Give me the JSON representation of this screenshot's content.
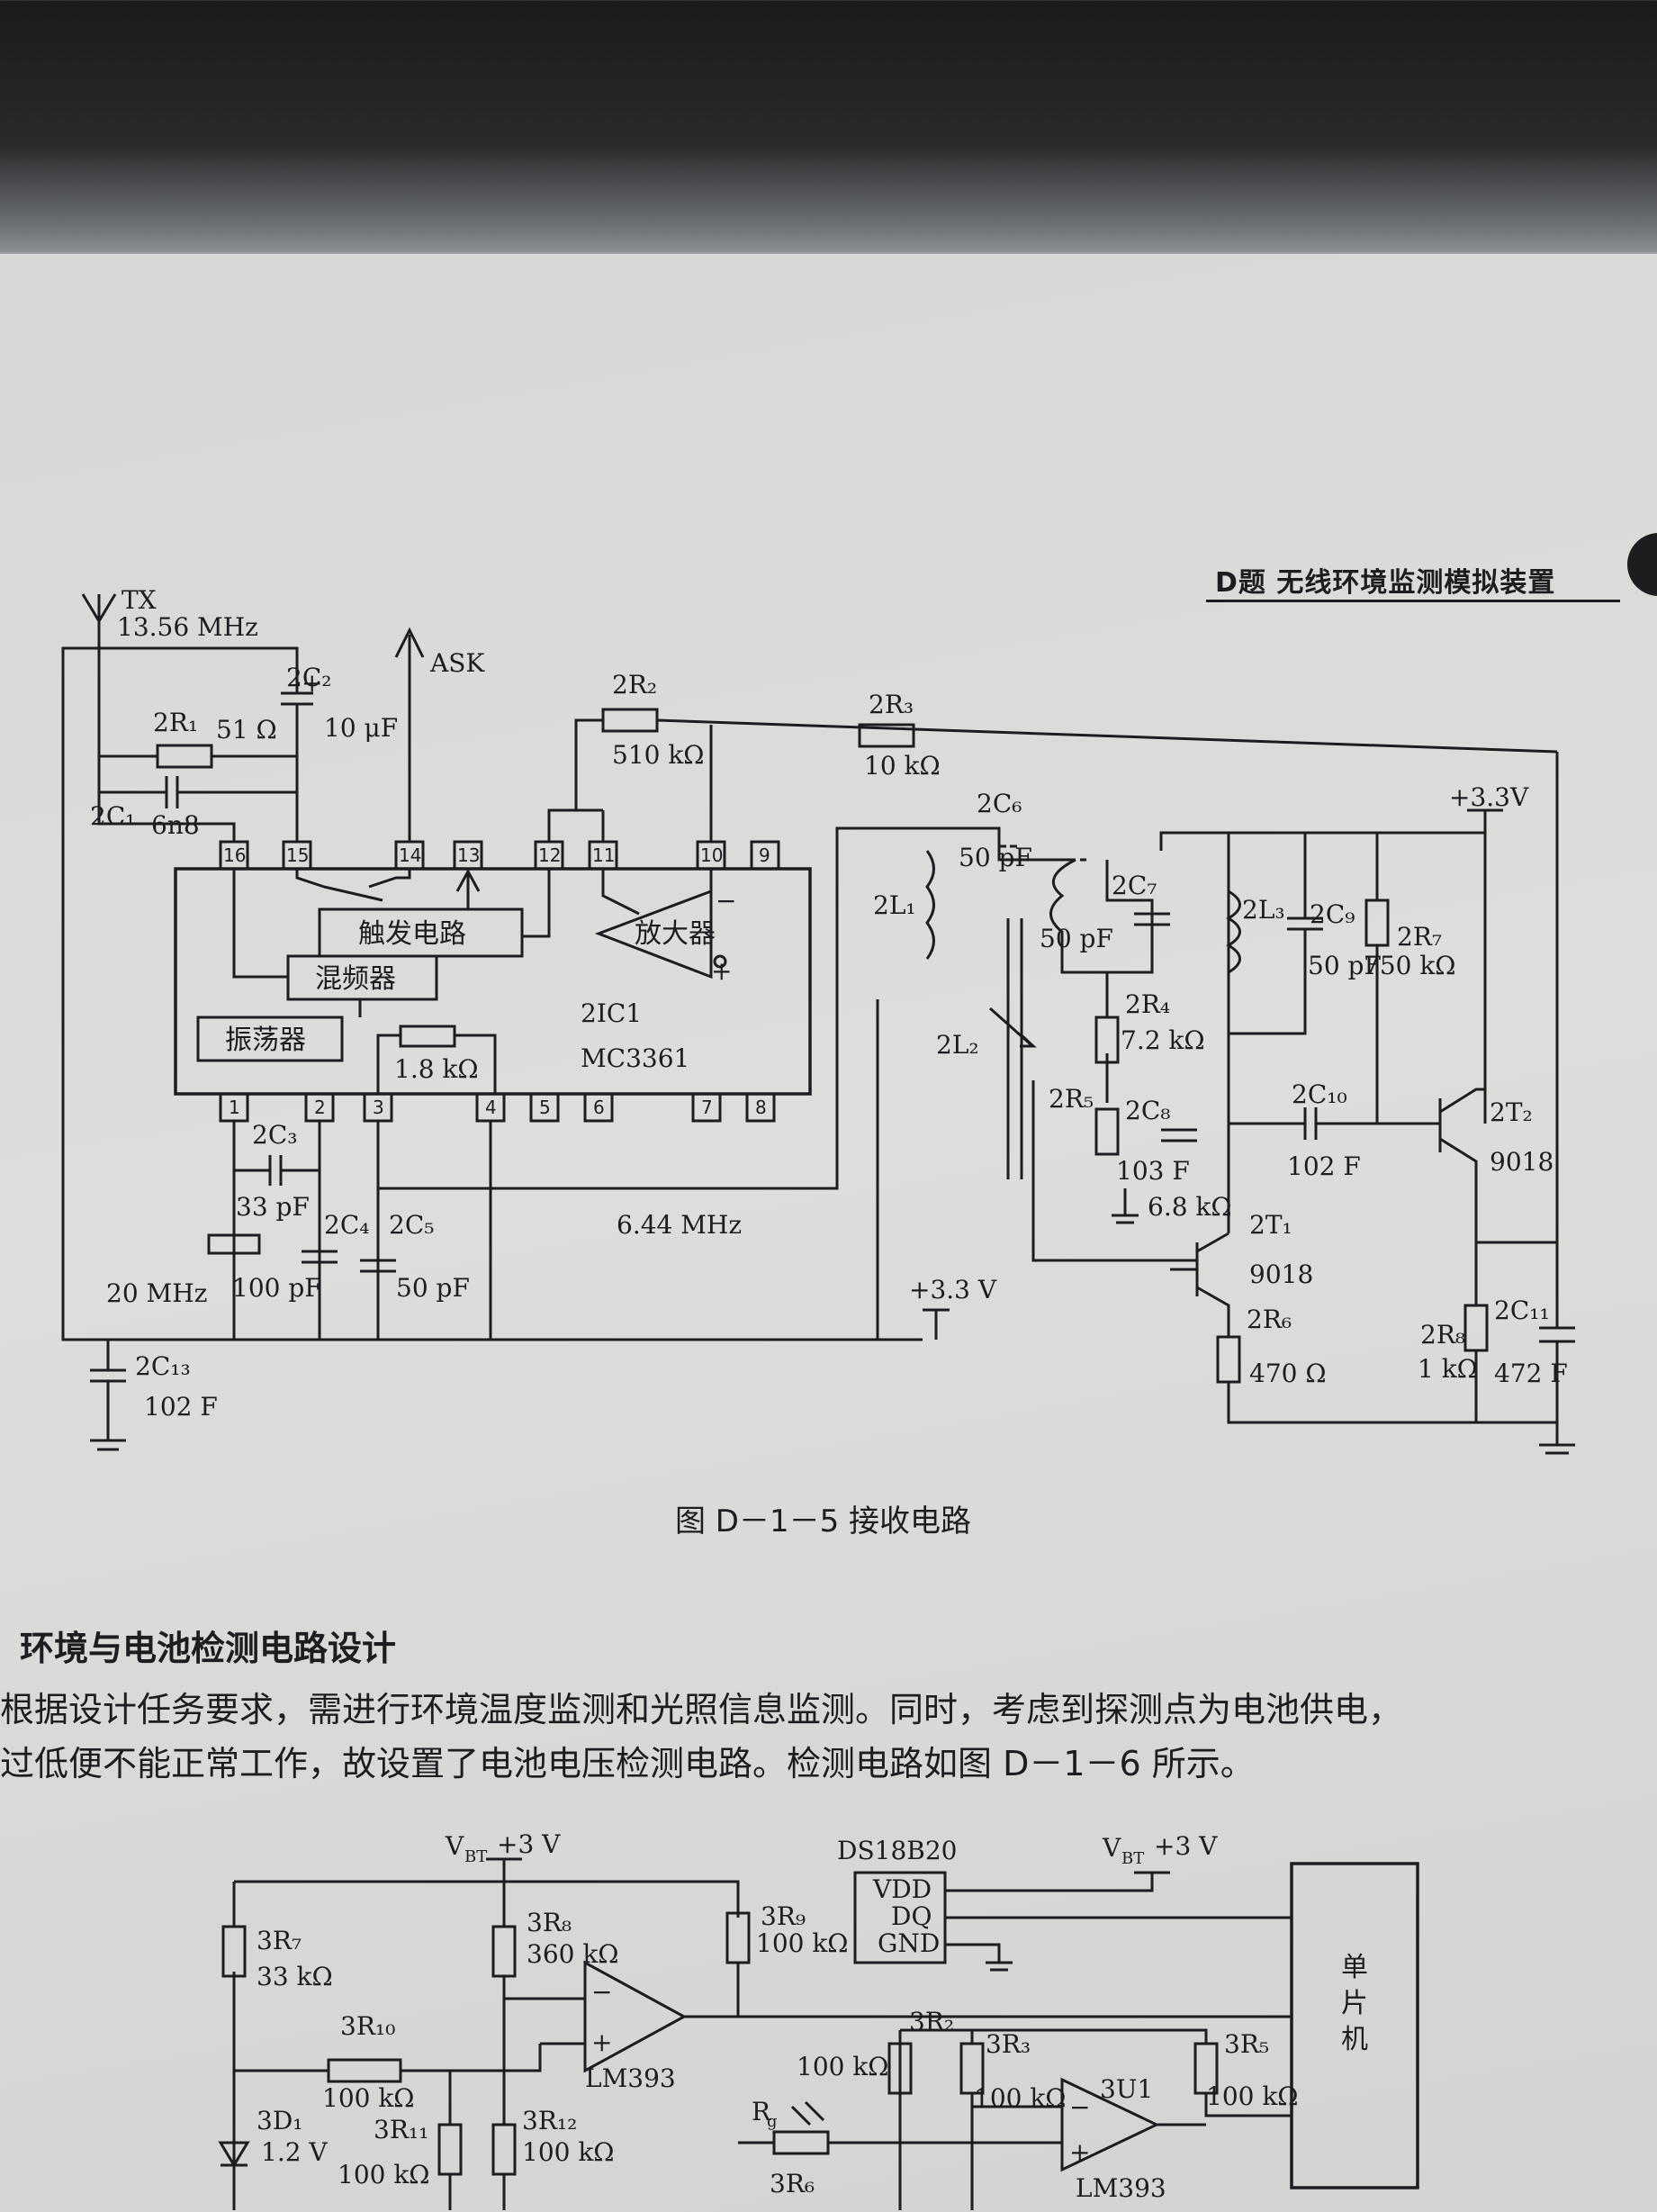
{
  "header": {
    "title": "D题   无线环境监测模拟装置"
  },
  "circuit1": {
    "tx_label": "TX",
    "tx_freq": "13.56 MHz",
    "ask": "ASK",
    "c2": "2C₂",
    "c2_val": "10 μF",
    "r1": "2R₁",
    "r1_val": "51 Ω",
    "c1": "2C₁",
    "c1_val": "6n8",
    "r2": "2R₂",
    "r2_val": "510 kΩ",
    "r3": "2R₃",
    "r3_val": "10 kΩ",
    "trigger": "触发电路",
    "amp": "放大器",
    "mixer": "混频器",
    "osc": "振荡器",
    "ic_name": "2IC1",
    "ic_part": "MC3361",
    "r_int": "1.8 kΩ",
    "pins_top": [
      "16",
      "15",
      "14",
      "13",
      "12",
      "11",
      "10",
      "9"
    ],
    "pins_bottom": [
      "1",
      "2",
      "3",
      "4",
      "5",
      "6",
      "7",
      "8"
    ],
    "c3": "2C₃",
    "c3_val": "33 pF",
    "c4": "2C₄",
    "c4_val": "100 pF",
    "c5": "2C₅",
    "c5_val": "50 pF",
    "xtal": "20 MHz",
    "freq2": "6.44 MHz",
    "vcc1": "+3.3 V",
    "c13": "2C₁₃",
    "c13_val": "102 F",
    "c6": "2C₆",
    "c6_val": "50 pF",
    "l1": "2L₁",
    "l2": "2L₂",
    "l3": "2L₃",
    "c7": "2C₇",
    "c7_val": "50 pF",
    "c9": "2C₉",
    "c9_val": "50 pF",
    "r7": "2R₇",
    "r7_val": "750 kΩ",
    "r4": "2R₄",
    "r4_val": "7.2 kΩ",
    "r5": "2R₅",
    "c8": "2C₈",
    "c8_val": "103 F",
    "r5_val": "6.8 kΩ",
    "c10": "2C₁₀",
    "c10_val": "102 F",
    "t2": "2T₂",
    "t2_part": "9018",
    "t1": "2T₁",
    "t1_part": "9018",
    "r6": "2R₆",
    "r6_val": "470 Ω",
    "r8": "2R₈",
    "r8_val": "1 kΩ",
    "c11": "2C₁₁",
    "c11_val": "472 F",
    "vcc2": "+3.3V"
  },
  "caption": "图 D－1－5   接收电路",
  "section_heading": "环境与电池检测电路设计",
  "paragraph": [
    "根据设计任务要求，需进行环境温度监测和光照信息监测。同时，考虑到探测点为电池供电，",
    "过低便不能正常工作，故设置了电池电压检测电路。检测电路如图 D－1－6 所示。"
  ],
  "circuit2": {
    "vbt1": "V",
    "vbt1_sub": "BT",
    "vbt1_val": "+3 V",
    "vbt2": "V",
    "vbt2_sub": "BT",
    "vbt2_val": "+3 V",
    "ds": "DS18B20",
    "vdd": "VDD",
    "dq": "DQ",
    "gnd": "GND",
    "r7": "3R₇",
    "r7_val": "33 kΩ",
    "r8": "3R₈",
    "r8_val": "360 kΩ",
    "r9": "3R₉",
    "r9_val": "100 kΩ",
    "r10": "3R₁₀",
    "r10_val": "100 kΩ",
    "r11": "3R₁₁",
    "r11_val": "100 kΩ",
    "r12": "3R₁₂",
    "r12_val": "100 kΩ",
    "d1": "3D₁",
    "d1_val": "1.2 V",
    "cmp1": "LM393",
    "r2": "3R₂",
    "r2_val": "100 kΩ",
    "r3": "3R₃",
    "r3_val": "100 kΩ",
    "r5": "3R₅",
    "r5_val": "100 kΩ",
    "rg": "R",
    "rg_sub": "g",
    "r6": "3R₆",
    "u1": "3U1",
    "cmp2": "LM393",
    "mcu": [
      "单",
      "片",
      "机"
    ]
  }
}
